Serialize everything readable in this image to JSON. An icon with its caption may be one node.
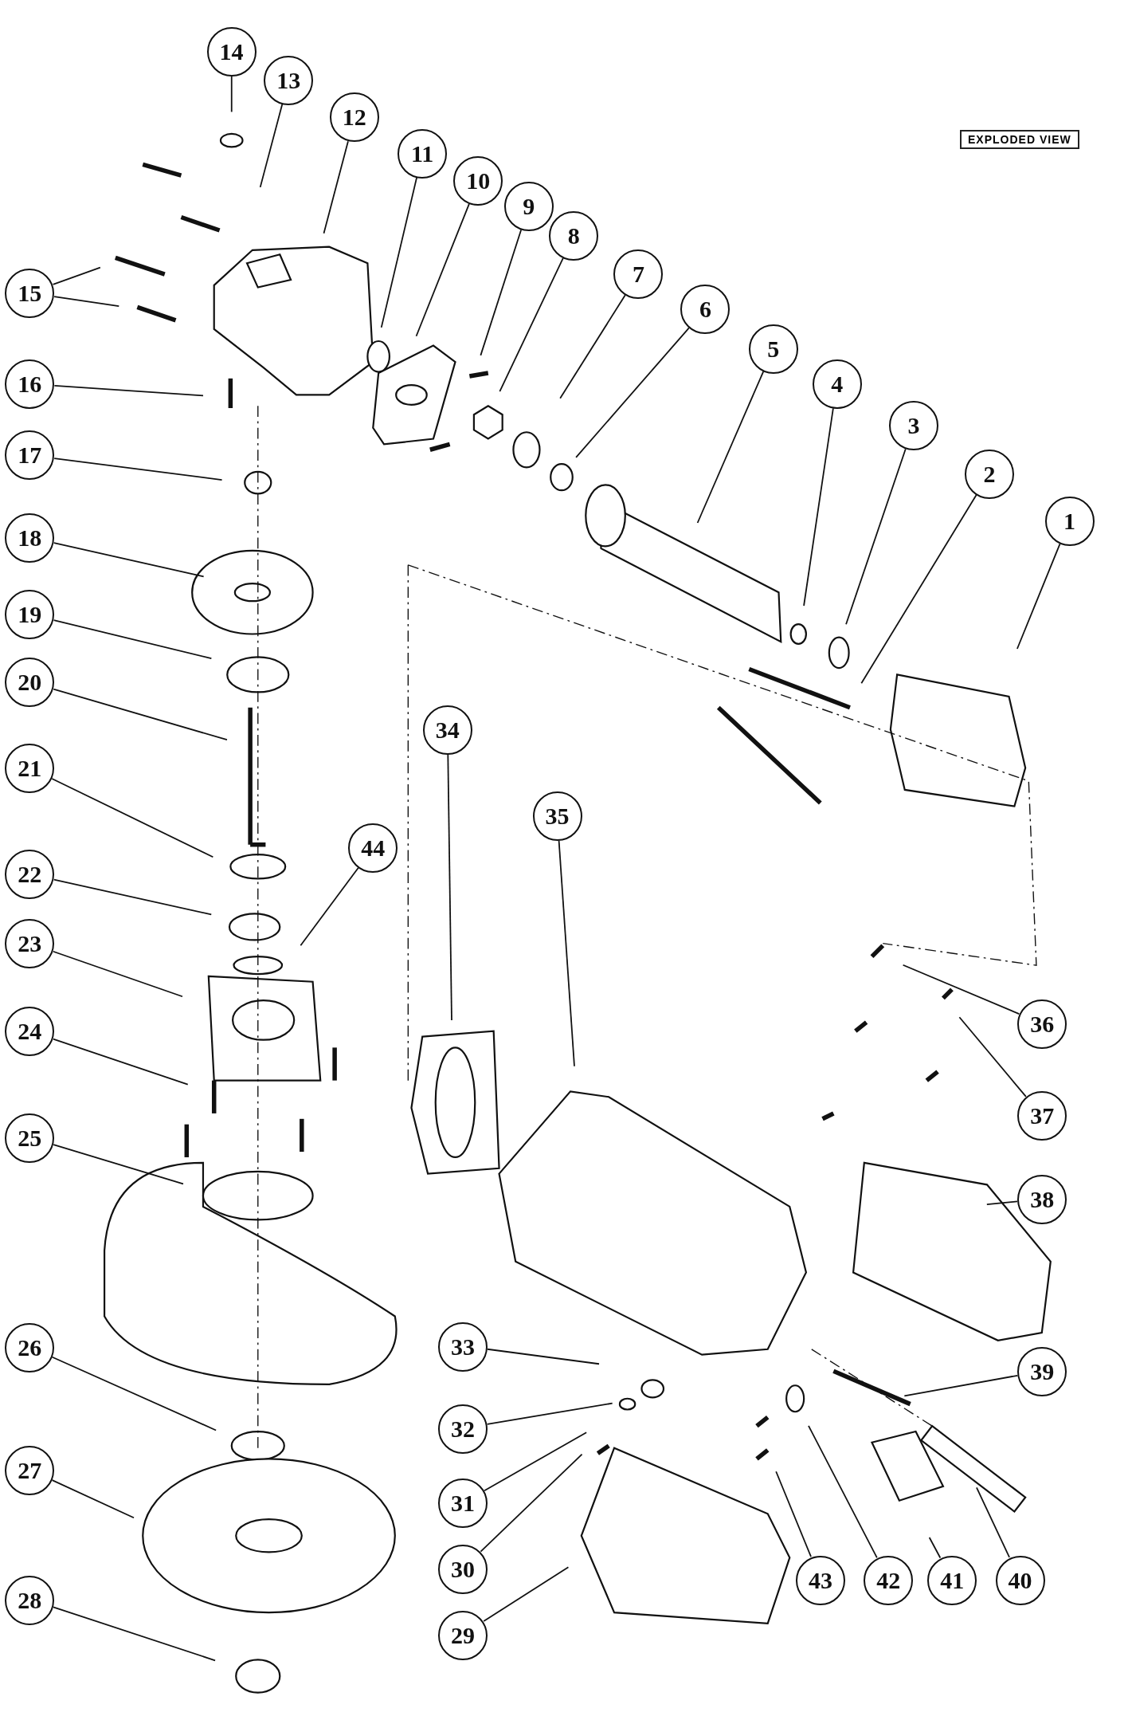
{
  "diagram": {
    "nodes": [
      {
        "text": [
          "1"
        ]
      },
      {
        "text": [
          "2"
        ]
      },
      {
        "text": [
          "3"
        ]
      },
      {
        "text": [
          "4"
        ]
      },
      {
        "text": [
          "5"
        ]
      },
      {
        "text": [
          "6"
        ]
      },
      {
        "text": [
          "7"
        ]
      },
      {
        "text": [
          "8"
        ]
      },
      {
        "text": [
          "9"
        ]
      },
      {
        "text": [
          "10"
        ]
      },
      {
        "text": [
          "11"
        ]
      },
      {
        "text": [
          "12"
        ]
      },
      {
        "text": [
          "13"
        ]
      },
      {
        "text": [
          "14"
        ]
      },
      {
        "text": [
          "15"
        ]
      },
      {
        "text": [
          "16"
        ]
      },
      {
        "text": [
          "17"
        ]
      },
      {
        "text": [
          "18"
        ]
      },
      {
        "text": [
          "19"
        ]
      },
      {
        "text": [
          "20"
        ]
      },
      {
        "text": [
          "21"
        ]
      },
      {
        "text": [
          "22"
        ]
      },
      {
        "text": [
          "23"
        ]
      },
      {
        "text": [
          "24"
        ]
      },
      {
        "text": [
          "25"
        ]
      },
      {
        "text": [
          "26"
        ]
      },
      {
        "text": [
          "27"
        ]
      },
      {
        "text": [
          "28"
        ]
      },
      {
        "text": [
          "29"
        ]
      },
      {
        "text": [
          "30"
        ]
      },
      {
        "text": [
          "31"
        ]
      },
      {
        "text": [
          "32"
        ]
      },
      {
        "text": [
          "33"
        ]
      },
      {
        "text": [
          "34"
        ]
      },
      {
        "text": [
          "35"
        ]
      },
      {
        "text": [
          "36"
        ]
      },
      {
        "text": [
          "37"
        ]
      },
      {
        "text": [
          "38"
        ]
      },
      {
        "text": [
          "39"
        ]
      },
      {
        "text": [
          "40"
        ]
      },
      {
        "text": [
          "41"
        ]
      },
      {
        "text": [
          "42"
        ]
      },
      {
        "text": [
          "43"
        ]
      },
      {
        "text": [
          "44"
        ]
      }
    ],
    "edges": [
      {
        "from": 0,
        "to": null,
        "arrow": "none"
      },
      {
        "from": 1,
        "to": null,
        "arrow": "none"
      },
      {
        "from": 2,
        "to": null,
        "arrow": "none"
      },
      {
        "from": 3,
        "to": null,
        "arrow": "none"
      },
      {
        "from": 4,
        "to": null,
        "arrow": "none"
      },
      {
        "from": 5,
        "to": null,
        "arrow": "none"
      },
      {
        "from": 6,
        "to": null,
        "arrow": "none"
      },
      {
        "from": 7,
        "to": null,
        "arrow": "none"
      },
      {
        "from": 8,
        "to": null,
        "arrow": "none"
      },
      {
        "from": 9,
        "to": null,
        "arrow": "none"
      },
      {
        "from": 10,
        "to": null,
        "arrow": "none"
      },
      {
        "from": 11,
        "to": null,
        "arrow": "none"
      },
      {
        "from": 12,
        "to": null,
        "arrow": "none"
      },
      {
        "from": 13,
        "to": null,
        "arrow": "none"
      },
      {
        "from": 14,
        "to": null,
        "arrow": "none"
      },
      {
        "from": 14,
        "to": null,
        "arrow": "none"
      },
      {
        "from": 15,
        "to": null,
        "arrow": "none"
      },
      {
        "from": 16,
        "to": null,
        "arrow": "none"
      },
      {
        "from": 17,
        "to": null,
        "arrow": "none"
      },
      {
        "from": 18,
        "to": null,
        "arrow": "none"
      },
      {
        "from": 19,
        "to": null,
        "arrow": "none"
      },
      {
        "from": 20,
        "to": null,
        "arrow": "none"
      },
      {
        "from": 21,
        "to": null,
        "arrow": "none"
      },
      {
        "from": 22,
        "to": null,
        "arrow": "none"
      },
      {
        "from": 23,
        "to": null,
        "arrow": "none"
      },
      {
        "from": 24,
        "to": null,
        "arrow": "none"
      },
      {
        "from": 25,
        "to": null,
        "arrow": "none"
      },
      {
        "from": 26,
        "to": null,
        "arrow": "none"
      },
      {
        "from": 27,
        "to": null,
        "arrow": "none"
      },
      {
        "from": 28,
        "to": null,
        "arrow": "none"
      },
      {
        "from": 29,
        "to": null,
        "arrow": "none"
      },
      {
        "from": 30,
        "to": null,
        "arrow": "none"
      },
      {
        "from": 31,
        "to": null,
        "arrow": "none"
      },
      {
        "from": 32,
        "to": null,
        "arrow": "none"
      },
      {
        "from": 33,
        "to": null,
        "arrow": "none"
      },
      {
        "from": 34,
        "to": null,
        "arrow": "none"
      },
      {
        "from": 35,
        "to": null,
        "arrow": "none"
      },
      {
        "from": 36,
        "to": null,
        "arrow": "none"
      },
      {
        "from": 37,
        "to": null,
        "arrow": "none"
      },
      {
        "from": 38,
        "to": null,
        "arrow": "none"
      },
      {
        "from": 39,
        "to": null,
        "arrow": "none"
      },
      {
        "from": 40,
        "to": null,
        "arrow": "none"
      },
      {
        "from": 41,
        "to": null,
        "arrow": "none"
      },
      {
        "from": 42,
        "to": null,
        "arrow": "none"
      },
      {
        "from": 43,
        "to": null,
        "arrow": "none"
      }
    ],
    "labels": [
      "EXPLODED VIEW"
    ]
  }
}
